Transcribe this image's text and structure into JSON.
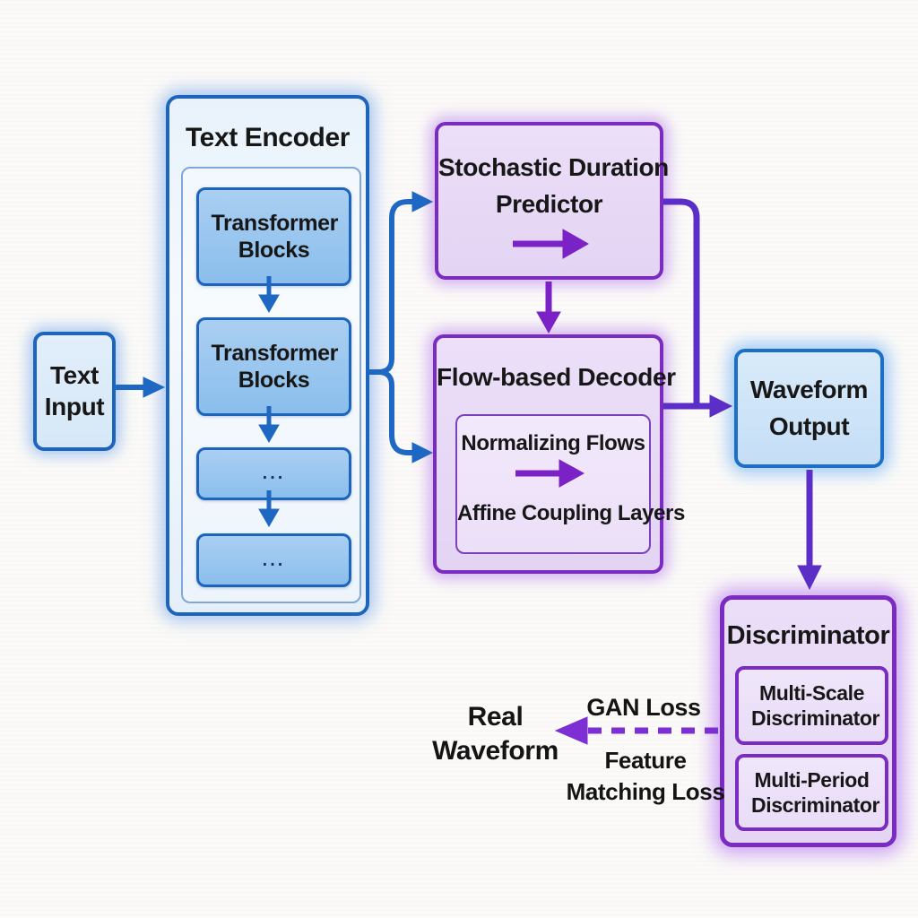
{
  "nodes": {
    "text_input": {
      "lines": [
        "Text",
        "Input"
      ]
    },
    "text_encoder": {
      "title": "Text Encoder",
      "block1": "Transformer Blocks",
      "block2": "Transformer Blocks",
      "dots1": "...",
      "dots2": "..."
    },
    "duration_predictor": {
      "title_lines": [
        "Stochastic Duration",
        "Predictor"
      ]
    },
    "flow_decoder": {
      "title": "Flow-based Decoder",
      "inner_top": "Normalizing Flows",
      "inner_bottom": "Affine Coupling Layers"
    },
    "waveform_output": {
      "lines": [
        "Waveform",
        "Output"
      ]
    },
    "discriminator": {
      "title": "Discriminator",
      "sub1": "Multi-Scale Discriminator",
      "sub2": "Multi-Period Discriminator"
    }
  },
  "labels": {
    "real_waveform_lines": [
      "Real",
      "Waveform"
    ],
    "gan_loss": "GAN Loss",
    "feature_matching_lines": [
      "Feature",
      "Matching Loss"
    ]
  },
  "colors": {
    "blue_border": "#1d64bc",
    "blue_arrow": "#1e68c4",
    "blue_fill_light": "#d9ebfa",
    "blue_fill_block": "#8abeec",
    "purple_border": "#7a2bc2",
    "purple_arrow": "#7a22c6",
    "indigo_arrow": "#5b2ec8",
    "dashed_arrow": "#7c2fd2",
    "purple_fill_light": "#ecdff8",
    "text": "#171717",
    "background": "#fbfaf8"
  }
}
